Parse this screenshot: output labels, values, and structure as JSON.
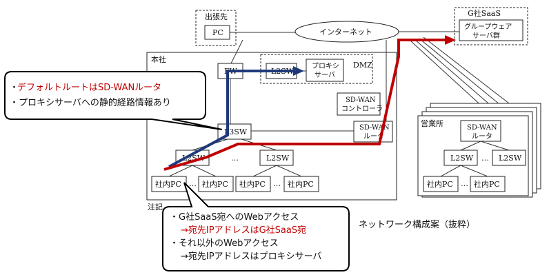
{
  "title": "ネットワーク構成案（抜粋）",
  "nodes": {
    "shuccho": "出張先",
    "pc_remote": "PC",
    "internet": "インターネット",
    "g_saas": "G社SaaS",
    "groupware_1": "グループウェア",
    "groupware_2": "サーバ群",
    "honsha": "本社",
    "fw": "FW",
    "dmz_l2sw": "L2SW",
    "proxy_1": "プロキシ",
    "proxy_2": "サーバ",
    "dmz": "DMZ",
    "sdwan_ctrl_1": "SD-WAN",
    "sdwan_ctrl_2": "コントローラ",
    "core_l3sw": "L3SW",
    "sdwan_router_1": "SD-WAN",
    "sdwan_router_2": "ルータ",
    "l2sw_a": "L2SW",
    "l2sw_b": "L2SW",
    "dots": "…",
    "pc_a1": "社内PC",
    "pc_a2": "社内PC",
    "pc_b1": "社内PC",
    "pc_b2": "社内PC",
    "eigyosho": "営業所",
    "br_router_1": "SD-WAN",
    "br_router_2": "ルータ",
    "br_l2sw_1": "L2SW",
    "br_l2sw_2": "L2SW",
    "br_pc_1": "社内PC",
    "br_pc_2": "社内PC",
    "note_prefix": "注記"
  },
  "callout_top": {
    "line1_prefix": "・",
    "line1": "デフォルトルートはSD-WANルータ",
    "line2": "・プロキシサーバへの静的経路情報あり"
  },
  "callout_bottom": {
    "line1": "・G社SaaS宛へのWebアクセス",
    "line2": "→宛先IPアドレスはG社SaaS宛",
    "line3": "・それ以外のWebアクセス",
    "line4": "→宛先IPアドレスはプロキシサーバ"
  },
  "colors": {
    "red_path": "#c00000",
    "blue_path": "#1f3a7a",
    "red_text": "#c00000"
  }
}
